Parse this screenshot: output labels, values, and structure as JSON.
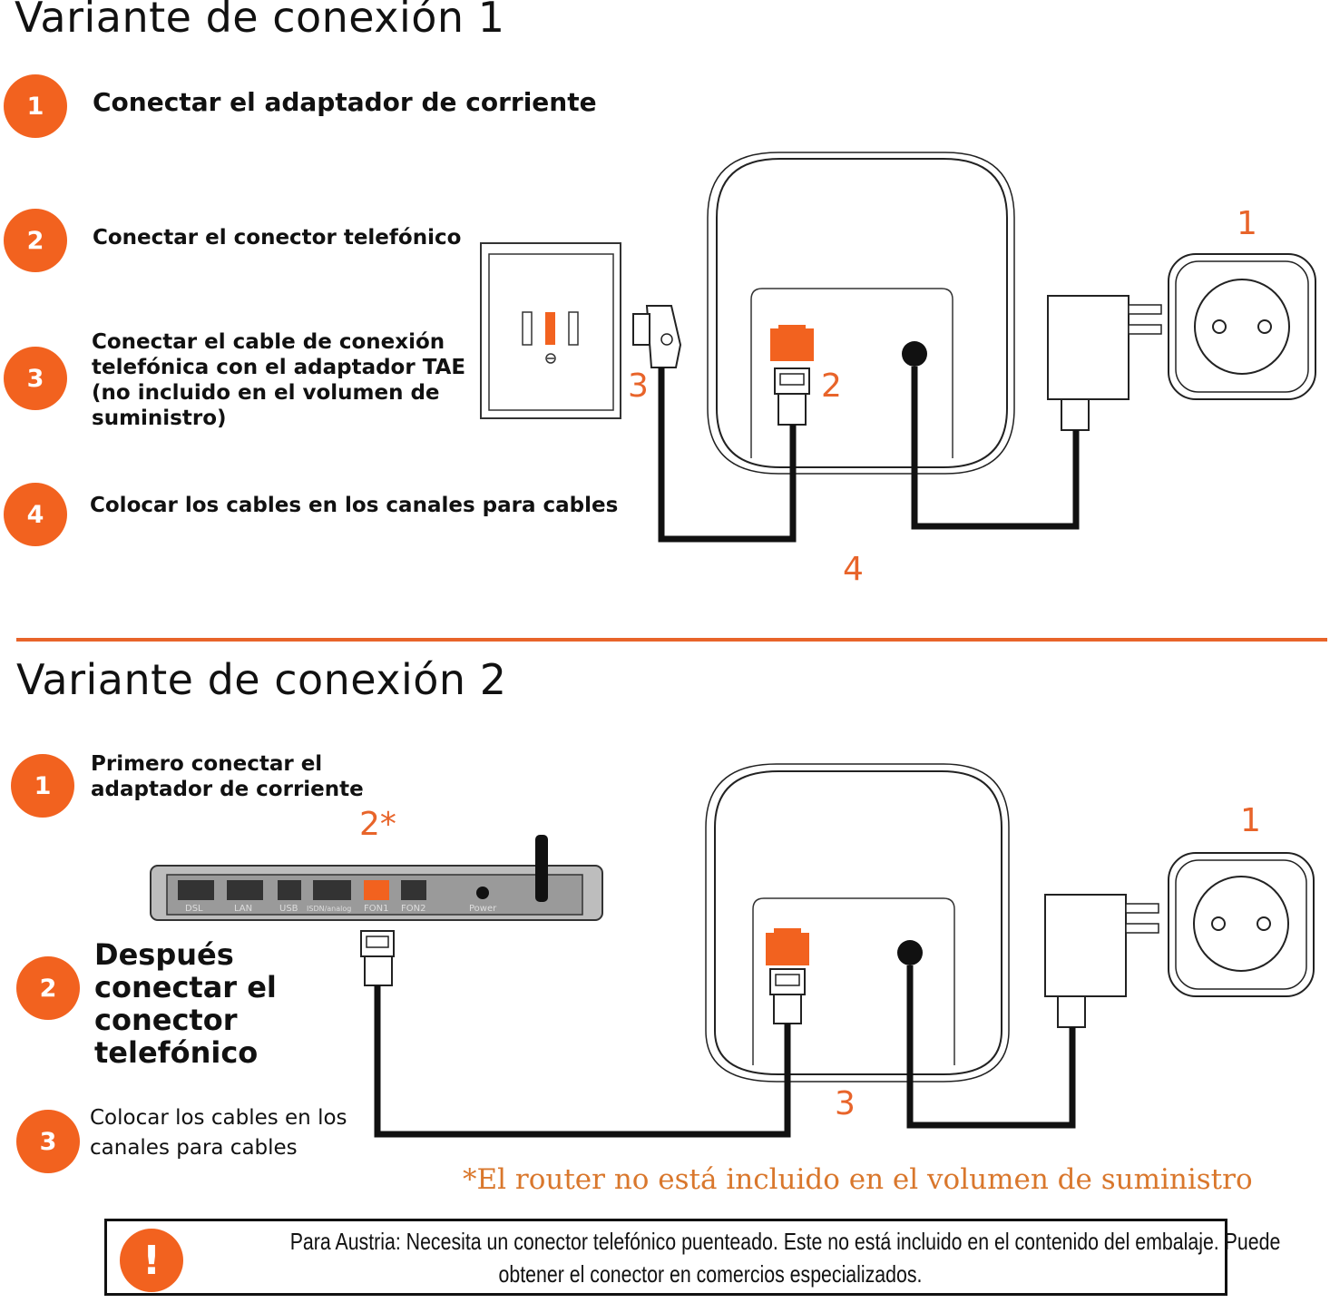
{
  "variant1": {
    "title": "Variante de conexión 1",
    "steps": [
      {
        "number": "1",
        "text": "Conectar el adaptador de corriente"
      },
      {
        "number": "2",
        "text": "Conectar el conector telefónico"
      },
      {
        "number": "3",
        "text": "Conectar el cable de conexión telefónica con el adaptador TAE (no incluido en el volumen de suministro)"
      },
      {
        "number": "4",
        "text": "Colocar los cables en los canales para cables"
      }
    ],
    "diagram_labels": {
      "plug": "1",
      "router_port": "2",
      "tae_cable": "3",
      "cables": "4"
    }
  },
  "variant2": {
    "title": "Variante de conexión 2",
    "steps": [
      {
        "number": "1",
        "text": "Primero conectar el adaptador de corriente"
      },
      {
        "number": "2",
        "text": "Después conectar el conector telefónico"
      },
      {
        "number": "3",
        "text": "Colocar los cables en los canales para cables"
      }
    ],
    "diagram_labels": {
      "plug": "1",
      "router": "2*",
      "cables": "3"
    },
    "router_ports": [
      "DSL",
      "LAN",
      "USB",
      "ISDN/analog",
      "FON1",
      "FON2",
      "Power"
    ]
  },
  "footnote": "*El router no está incluido en el volumen de suministro",
  "notice": {
    "icon": "exclamation-icon",
    "line1": "Para Austria: Necesita un conector telefónico puenteado. Este no está incluido en el contenido del embalaje. Puede",
    "line2": "obtener el conector en comercios especializados."
  },
  "colors": {
    "accent": "#f2621f",
    "text": "#111111",
    "footnote": "#d9772c"
  }
}
